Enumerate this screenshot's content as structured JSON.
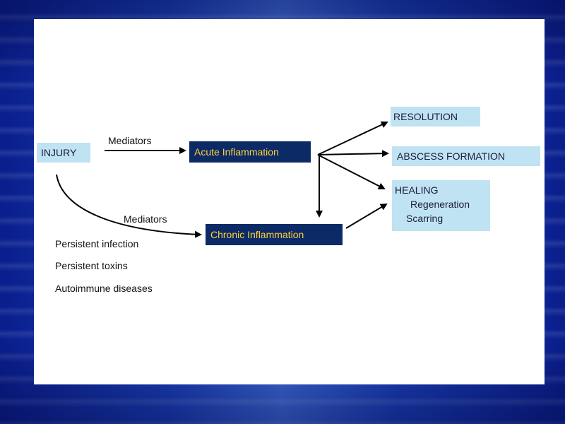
{
  "diagram": {
    "injury": "INJURY",
    "mediators_top": "Mediators",
    "mediators_bottom": "Mediators",
    "acute": "Acute Inflammation",
    "chronic": "Chronic Inflammation",
    "resolution": "RESOLUTION",
    "abscess": "ABSCESS FORMATION",
    "healing": {
      "title": "HEALING",
      "items": [
        "Regeneration",
        "Scarring"
      ]
    },
    "causes": [
      "Persistent infection",
      "Persistent toxins",
      "Autoimmune diseases"
    ]
  },
  "colors": {
    "light_box": "#bfe3f3",
    "dark_box": "#0c2a66",
    "dark_box_text": "#ffd23a",
    "arrow": "#000000"
  }
}
